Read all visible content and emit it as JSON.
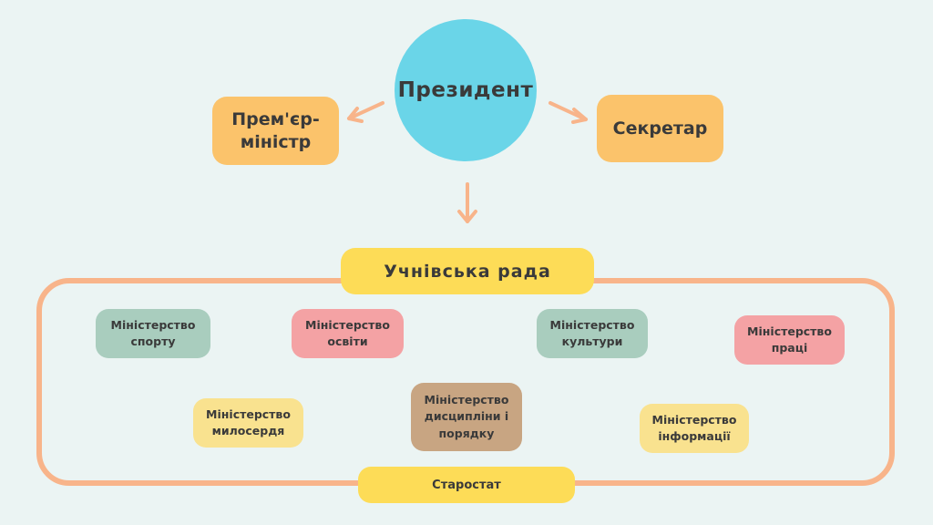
{
  "diagram": {
    "president": "Президент",
    "prime_minister": [
      "Прем'єр-",
      "міністр"
    ],
    "secretary": "Секретар",
    "council": "Учнівська рада",
    "ministries": {
      "sport": [
        "Міністерство",
        "спорту"
      ],
      "education": [
        "Міністерство",
        "освіти"
      ],
      "culture": [
        "Міністерство",
        "культури"
      ],
      "work": [
        "Міністерство",
        "праці"
      ],
      "mercy": [
        "Міністерство",
        "милосердя"
      ],
      "discipline": [
        "Міністерство",
        "дисципліни і",
        "порядку"
      ],
      "information": [
        "Міністерство",
        "інформації"
      ]
    },
    "starostat": "Старостат"
  },
  "colors": {
    "background": "#EBF4F3",
    "president": "#6AD5E8",
    "orange_box": "#FBC36B",
    "yellow_box": "#FDDC57",
    "green_box": "#A9CDBE",
    "pink_box": "#F4A2A4",
    "light_yellow_box": "#F9E28F",
    "brown_box": "#C8A582",
    "frame_and_arrows": "#F8B48A"
  }
}
